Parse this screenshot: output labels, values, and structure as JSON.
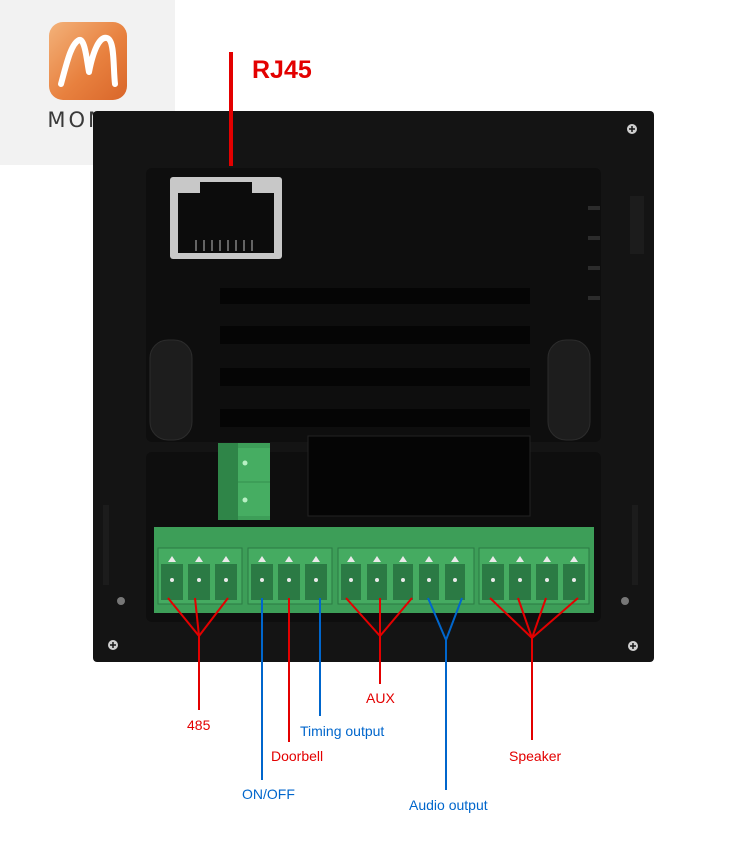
{
  "brand": {
    "name": "MOMO",
    "color": "#e8813f"
  },
  "labels": {
    "rj45": "RJ45",
    "rs485": "485",
    "on_off": "ON/OFF",
    "doorbell": "Doorbell",
    "timing_output": "Timing output",
    "aux": "AUX",
    "audio_output": "Audio output",
    "speaker": "Speaker"
  },
  "colors": {
    "red_callout": "#e30000",
    "blue_callout": "#0066cc",
    "terminal_green": "#3d9e58",
    "panel": "#141414"
  }
}
